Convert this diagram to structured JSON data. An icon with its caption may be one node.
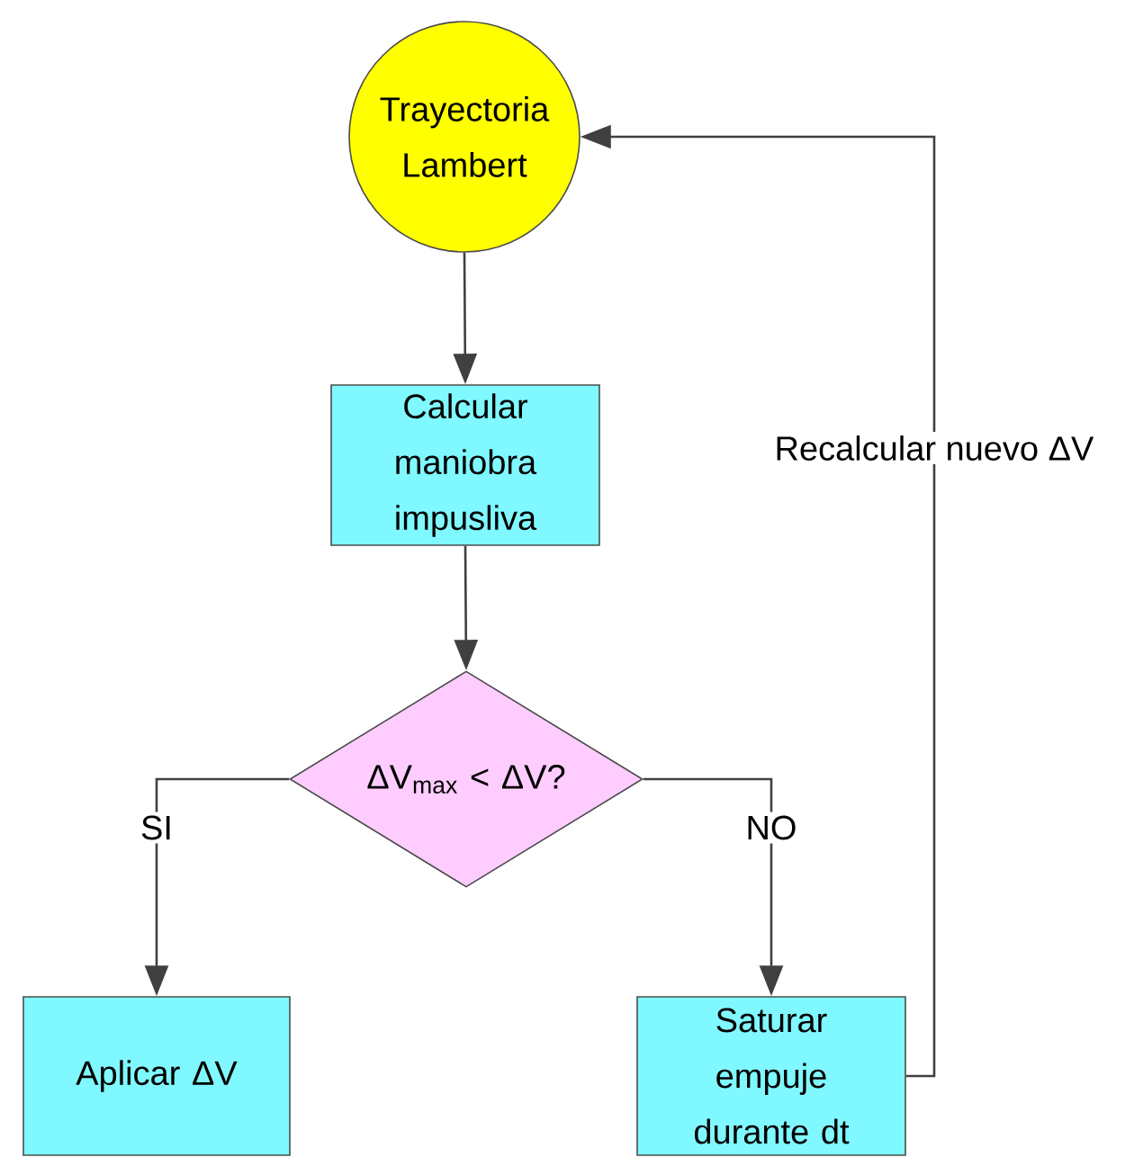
{
  "diagram": {
    "nodes": [
      {
        "text": [
          "Trayectoria Lambert"
        ]
      },
      {
        "text": [
          "Calcular maniobra impusliva"
        ]
      },
      {
        "text": [
          "ΔV$_{max}$ < ΔV?"
        ]
      },
      {
        "text": [
          "Aplicar ΔV"
        ]
      },
      {
        "text": [
          "Saturar empuje durante dt"
        ]
      }
    ],
    "edges": [
      {
        "from": 0,
        "to": 1,
        "arrow": "to"
      },
      {
        "from": 1,
        "to": 2,
        "arrow": "to"
      },
      {
        "from": 2,
        "to": 3,
        "arrow": "to",
        "label": "SI"
      },
      {
        "from": 2,
        "to": 4,
        "arrow": "to",
        "label": "NO"
      },
      {
        "from": 4,
        "to": 0,
        "arrow": "to",
        "label": "Recalcular nuevo ΔV"
      }
    ]
  }
}
